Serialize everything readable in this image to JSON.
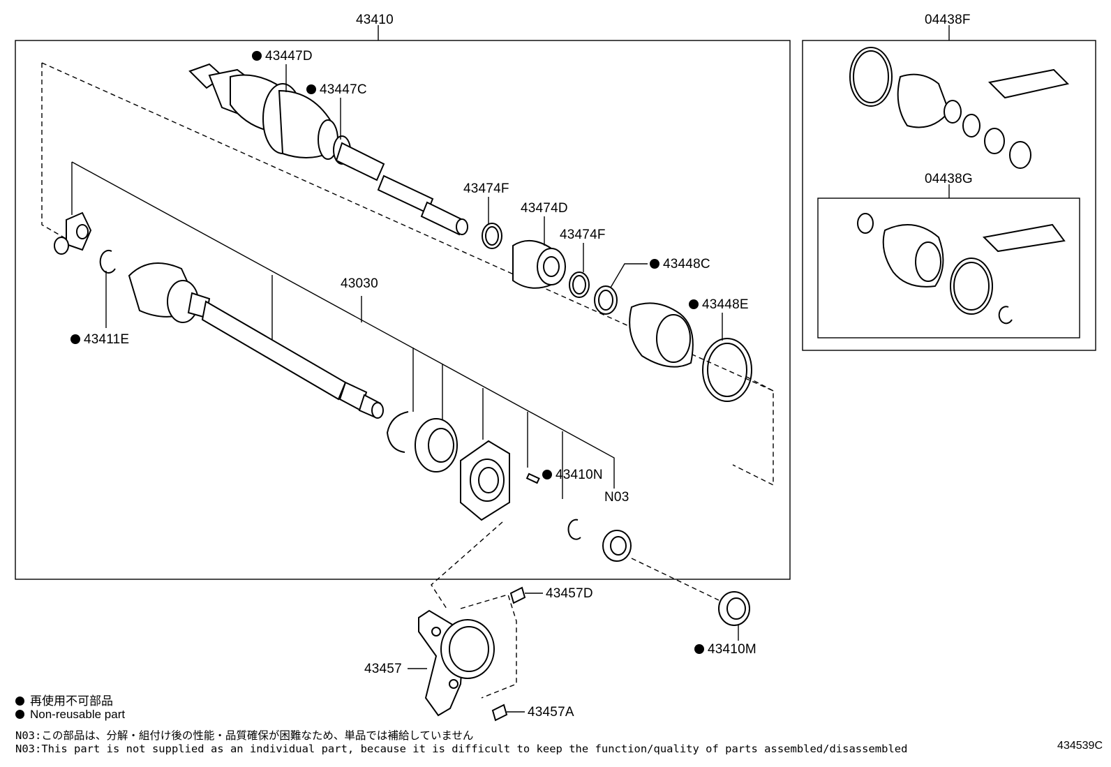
{
  "labels": {
    "assembly": "43410",
    "kit_outer": "04438F",
    "kit_inner": "04438G",
    "p43447D": "43447D",
    "p43447C": "43447C",
    "p43474F_a": "43474F",
    "p43474D": "43474D",
    "p43474F_b": "43474F",
    "p43448C": "43448C",
    "p43448E": "43448E",
    "p43030": "43030",
    "p43411E": "43411E",
    "p43410N": "43410N",
    "n03": "N03",
    "p43457D": "43457D",
    "p43457": "43457",
    "p43457A": "43457A",
    "p43410M": "43410M"
  },
  "legend": {
    "jp": "再使用不可部品",
    "en": "Non-reusable part"
  },
  "notes": {
    "jp": "N03:この部品は、分解・組付け後の性能・品質確保が困難なため、単品では補給していません",
    "en": "N03:This part is not supplied as an individual part, because it is difficult to keep the function/quality of parts assembled/disassembled"
  },
  "reference": "434539C"
}
